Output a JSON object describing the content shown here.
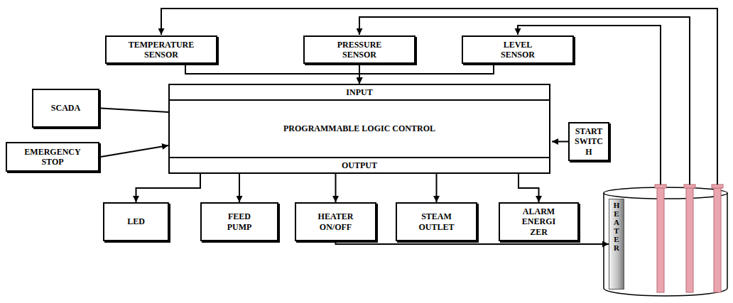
{
  "diagram": {
    "nodes": [
      {
        "text": [
          "TEMPERATURE SENSOR"
        ]
      },
      {
        "text": [
          "PRESSURE SENSOR"
        ]
      },
      {
        "text": [
          "LEVEL SENSOR"
        ]
      },
      {
        "text": [
          "SCADA"
        ]
      },
      {
        "text": [
          "INPUT",
          "PROGRAMMABLE LOGIC CONTROL",
          "OUTPUT"
        ]
      },
      {
        "text": [
          "EMERGENCY STOP"
        ]
      },
      {
        "text": [
          "START SWITC H"
        ]
      },
      {
        "text": [
          "LED"
        ]
      },
      {
        "text": [
          "FEED PUMP"
        ]
      },
      {
        "text": [
          "HEATER ON/OFF"
        ]
      },
      {
        "text": [
          "STEAM OUTLET"
        ]
      },
      {
        "text": [
          "ALARM ENERGI ZER"
        ]
      },
      {
        "text": [
          "HEATER"
        ]
      }
    ],
    "edges": [
      {
        "from": 0,
        "to": 4,
        "arrow": "to"
      },
      {
        "from": 1,
        "to": 4,
        "arrow": "to"
      },
      {
        "from": 2,
        "to": 4,
        "arrow": "to"
      },
      {
        "from": 3,
        "to": 4,
        "arrow": "none"
      },
      {
        "from": 5,
        "to": 4,
        "arrow": "to"
      },
      {
        "from": 6,
        "to": 4,
        "arrow": "to"
      },
      {
        "from": 4,
        "to": 7,
        "arrow": "to"
      },
      {
        "from": 4,
        "to": 8,
        "arrow": "to"
      },
      {
        "from": 4,
        "to": 9,
        "arrow": "to"
      },
      {
        "from": 4,
        "to": 10,
        "arrow": "to"
      },
      {
        "from": 4,
        "to": 11,
        "arrow": "to"
      },
      {
        "from": 9,
        "to": 12,
        "arrow": "to"
      }
    ]
  }
}
